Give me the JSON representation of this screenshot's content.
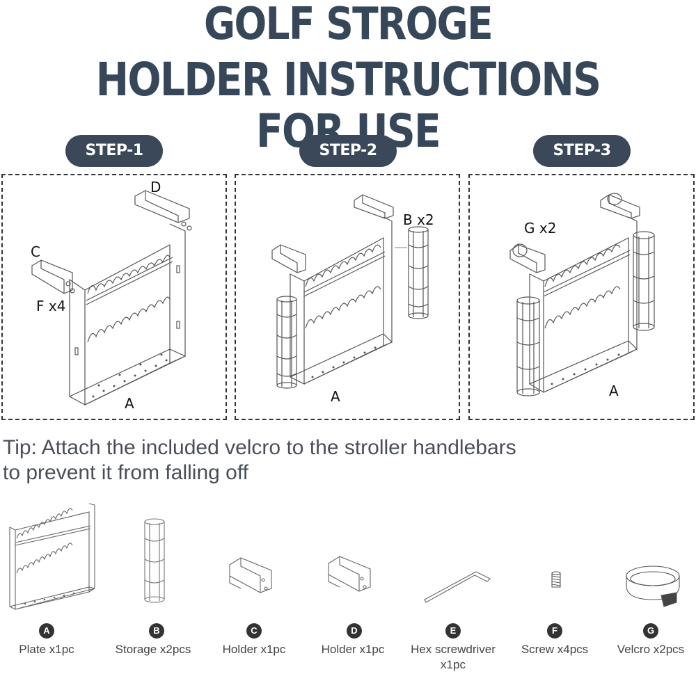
{
  "title": {
    "line1": "GOLF STROGE",
    "line2": "HOLDER INSTRUCTIONS FOR USE"
  },
  "steps": [
    {
      "label": "STEP-1",
      "callouts": {
        "d": "D",
        "c": "C",
        "f": "F x4",
        "a": "A"
      }
    },
    {
      "label": "STEP-2",
      "callouts": {
        "b": "B x2",
        "a": "A"
      }
    },
    {
      "label": "STEP-3",
      "callouts": {
        "g": "G x2",
        "a": "A"
      }
    }
  ],
  "tip": {
    "line1": "Tip: Attach the included velcro to the stroller handlebars",
    "line2": "to prevent it from falling off"
  },
  "parts": [
    {
      "letter": "A",
      "name": "Plate x1pc",
      "icon": "plate-icon"
    },
    {
      "letter": "B",
      "name": "Storage x2pcs",
      "icon": "storage-tube-icon"
    },
    {
      "letter": "C",
      "name": "Holder x1pc",
      "icon": "holder-bracket-icon"
    },
    {
      "letter": "D",
      "name": "Holder x1pc",
      "icon": "holder-bracket-icon"
    },
    {
      "letter": "E",
      "name": "Hex screwdriver",
      "name2": "x1pc",
      "icon": "hex-key-icon"
    },
    {
      "letter": "F",
      "name": "Screw x4pcs",
      "icon": "screw-icon"
    },
    {
      "letter": "G",
      "name": "Velcro x2pcs",
      "icon": "velcro-strap-icon"
    }
  ],
  "colors": {
    "title": "#37475a",
    "pill": "#3a4859",
    "tip_text": "#4a4f57"
  }
}
